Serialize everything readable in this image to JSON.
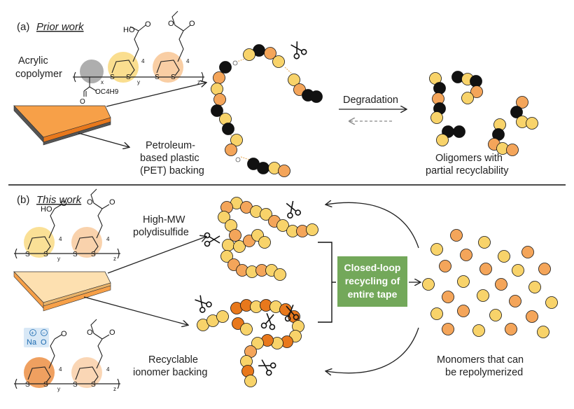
{
  "panel_a": {
    "tag": "(a)",
    "heading": "Prior work",
    "copolymer_line1": "Acrylic",
    "copolymer_line2": "copolymer",
    "backing_line1": "Petroleum-",
    "backing_line2": "based plastic",
    "backing_line3": "(PET) backing",
    "degradation": "Degradation",
    "oligomers_line1": "Oligomers with",
    "oligomers_line2": "partial recyclability",
    "chem": {
      "ho": "HO",
      "o1": "O",
      "o2": "O",
      "o3": "O",
      "s1": "S",
      "s2": "S",
      "s3": "S",
      "s4": "S",
      "x": "x",
      "y": "y",
      "z": "z",
      "four1": "4",
      "four2": "4",
      "oc4h9": "OC4H9"
    }
  },
  "panel_b": {
    "tag": "(b)",
    "heading": "This work",
    "polymer_line1": "High-MW",
    "polymer_line2": "polydisulfide",
    "ionomer_line1": "Recyclable",
    "ionomer_line2": "ionomer backing",
    "recycle_line1": "Closed-loop",
    "recycle_line2": "recycling of",
    "recycle_line3": "entire tape",
    "monomers_line1": "Monomers that can",
    "monomers_line2": "be repolymerized",
    "chem": {
      "ho": "HO",
      "o1": "O",
      "o2": "O",
      "o3": "O",
      "s1": "S",
      "s2": "S",
      "s3": "S",
      "s4": "S",
      "y": "y",
      "z": "z",
      "four1": "4",
      "four2": "4",
      "na": "Na",
      "plus": "+",
      "minus": "−",
      "o_ion": "O",
      "o4": "O",
      "o5": "O",
      "s5": "S",
      "s6": "S",
      "s7": "S",
      "s8": "S",
      "y2": "y",
      "z2": "z",
      "four3": "4",
      "four4": "4"
    }
  },
  "colors": {
    "black_bead": "#111111",
    "orange_bead": "#f4a55a",
    "yellow_bead": "#f8d36a",
    "dark_orange_bead": "#e8781c",
    "recycle_box": "#73a85a",
    "tape_orange": "#f7a048",
    "tape_light": "#fde0b0",
    "tape_grey": "#555555"
  }
}
